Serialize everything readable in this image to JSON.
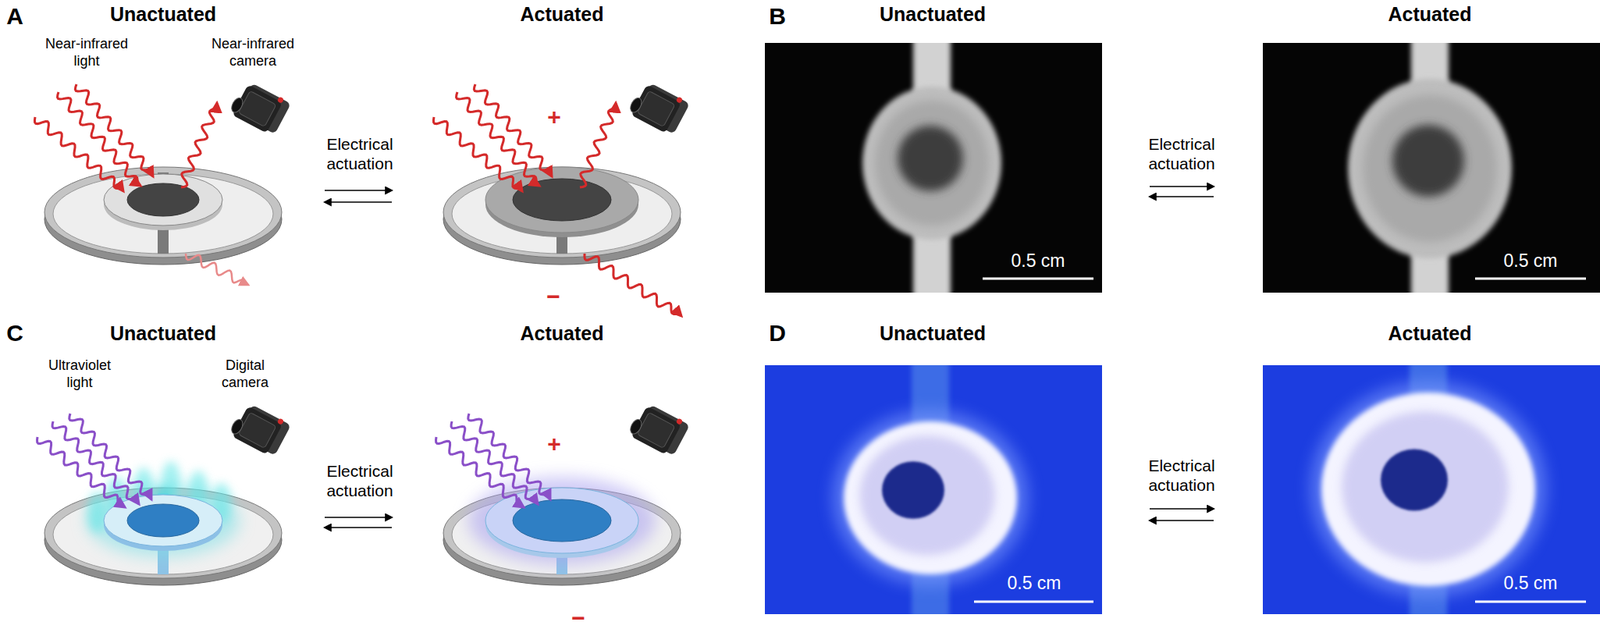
{
  "diagram": {
    "labels": [
      "A",
      "Unactuated",
      "Actuated",
      "B",
      "Unactuated",
      "Actuated",
      "Near-infrared light",
      "Near-infrared camera",
      "Electrical actuation",
      "+",
      "−",
      "Electrical actuation",
      "0.5 cm",
      "0.5 cm",
      "C",
      "Unactuated",
      "Actuated",
      "D",
      "Unactuated",
      "Actuated",
      "Ultraviolet light",
      "Digital camera",
      "Electrical actuation",
      "+",
      "−",
      "Electrical actuation",
      "0.5 cm",
      "0.5 cm"
    ]
  }
}
